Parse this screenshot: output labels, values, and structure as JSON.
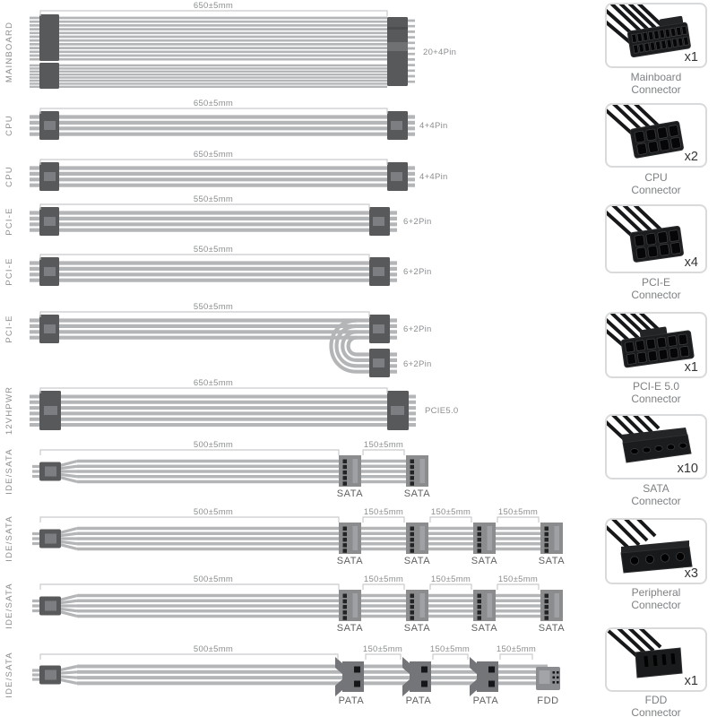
{
  "diagram": {
    "rows": [
      {
        "label": "MAINBOARD",
        "dim": "650±5mm",
        "end": "20+4Pin"
      },
      {
        "label": "CPU",
        "dim": "650±5mm",
        "end": "4+4Pin"
      },
      {
        "label": "CPU",
        "dim": "650±5mm",
        "end": "4+4Pin"
      },
      {
        "label": "PCI-E",
        "dim": "550±5mm",
        "end": "6+2Pin"
      },
      {
        "label": "PCI-E",
        "dim": "550±5mm",
        "end": "6+2Pin"
      },
      {
        "label": "PCI-E",
        "dim": "550±5mm",
        "end": "6+2Pin",
        "end2": "6+2Pin"
      },
      {
        "label": "12VHPWR",
        "dim": "650±5mm",
        "end": "PCIE5.0"
      },
      {
        "label": "IDE/SATA",
        "dim": "500±5mm",
        "dim2": "150±5mm",
        "c1": "SATA",
        "c2": "SATA"
      },
      {
        "label": "IDE/SATA",
        "dim": "500±5mm",
        "dim2": "150±5mm",
        "dim3": "150±5mm",
        "dim4": "150±5mm",
        "c1": "SATA",
        "c2": "SATA",
        "c3": "SATA",
        "c4": "SATA"
      },
      {
        "label": "IDE/SATA",
        "dim": "500±5mm",
        "dim2": "150±5mm",
        "dim3": "150±5mm",
        "dim4": "150±5mm",
        "c1": "SATA",
        "c2": "SATA",
        "c3": "SATA",
        "c4": "SATA"
      },
      {
        "label": "IDE/SATA",
        "dim": "500±5mm",
        "dim2": "150±5mm",
        "dim3": "150±5mm",
        "dim4": "150±5mm",
        "c1": "PATA",
        "c2": "PATA",
        "c3": "PATA",
        "c4": "FDD"
      }
    ]
  },
  "legend": [
    {
      "name": "Mainboard",
      "type": "Connector",
      "count": "x1"
    },
    {
      "name": "CPU",
      "type": "Connector",
      "count": "x2"
    },
    {
      "name": "PCI-E",
      "type": "Connector",
      "count": "x4"
    },
    {
      "name": "PCI-E 5.0",
      "type": "Connector",
      "count": "x1"
    },
    {
      "name": "SATA",
      "type": "Connector",
      "count": "x10"
    },
    {
      "name": "Peripheral",
      "type": "Connector",
      "count": "x3"
    },
    {
      "name": "FDD",
      "type": "Connector",
      "count": "x1"
    }
  ],
  "colors": {
    "wire": "#b3b5b7",
    "connector": "#58595b",
    "bracket": "#c9cbcd",
    "dim_text": "#8b8e90",
    "sub_text": "#5f6163",
    "legend_text": "#7e8184",
    "count_text": "#333537"
  }
}
